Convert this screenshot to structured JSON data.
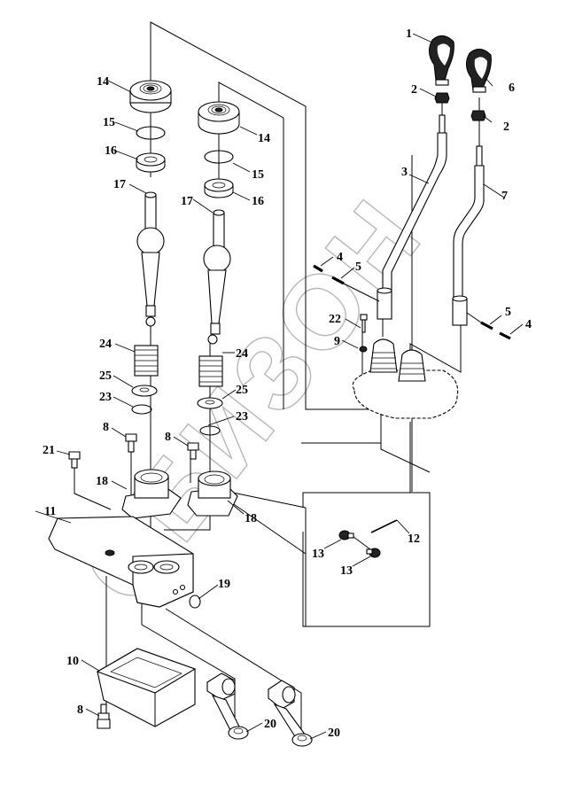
{
  "diagram": {
    "type": "exploded-parts-diagram",
    "subject": "Gear shift lever assembly (two levers)",
    "watermark": "СБИЗОН",
    "callouts": [
      {
        "id": "c1",
        "label": "1",
        "part": "shift knob (left)"
      },
      {
        "id": "c2a",
        "label": "2",
        "part": "nut (left lever)"
      },
      {
        "id": "c2b",
        "label": "2",
        "part": "nut (right lever)"
      },
      {
        "id": "c3",
        "label": "3",
        "part": "shift lever rod (left)"
      },
      {
        "id": "c4a",
        "label": "4",
        "part": "pin (left)"
      },
      {
        "id": "c5a",
        "label": "5",
        "part": "pin (left)"
      },
      {
        "id": "c4b",
        "label": "4",
        "part": "pin (right)"
      },
      {
        "id": "c5b",
        "label": "5",
        "part": "pin (right)"
      },
      {
        "id": "c6",
        "label": "6",
        "part": "shift knob (right)"
      },
      {
        "id": "c7",
        "label": "7",
        "part": "shift lever rod (right)"
      },
      {
        "id": "c8a",
        "label": "8",
        "part": "bolt (left flange)"
      },
      {
        "id": "c8b",
        "label": "8",
        "part": "bolt (right flange)"
      },
      {
        "id": "c8c",
        "label": "8",
        "part": "bolt (bottom)"
      },
      {
        "id": "c9",
        "label": "9",
        "part": "washer"
      },
      {
        "id": "c10",
        "label": "10",
        "part": "bottom cover / pan"
      },
      {
        "id": "c11",
        "label": "11",
        "part": "gasket / housing"
      },
      {
        "id": "c12",
        "label": "12",
        "part": "pin (inset)"
      },
      {
        "id": "c13a",
        "label": "13",
        "part": "plug (inset, upper)"
      },
      {
        "id": "c13b",
        "label": "13",
        "part": "plug (inset, lower)"
      },
      {
        "id": "c14a",
        "label": "14",
        "part": "bearing / cap (left)"
      },
      {
        "id": "c14b",
        "label": "14",
        "part": "bearing / cap (right)"
      },
      {
        "id": "c15a",
        "label": "15",
        "part": "snap ring (left)"
      },
      {
        "id": "c15b",
        "label": "15",
        "part": "snap ring (right)"
      },
      {
        "id": "c16a",
        "label": "16",
        "part": "washer (left)"
      },
      {
        "id": "c16b",
        "label": "16",
        "part": "washer (right)"
      },
      {
        "id": "c17a",
        "label": "17",
        "part": "lever shaft with ball (left)"
      },
      {
        "id": "c17b",
        "label": "17",
        "part": "lever shaft with ball (right)"
      },
      {
        "id": "c18a",
        "label": "18",
        "part": "flanged bushing (left)"
      },
      {
        "id": "c18b",
        "label": "18",
        "part": "flanged bushing (right)"
      },
      {
        "id": "c19",
        "label": "19",
        "part": "o-ring / plug"
      },
      {
        "id": "c20a",
        "label": "20",
        "part": "shift arm (left)"
      },
      {
        "id": "c20b",
        "label": "20",
        "part": "shift arm (right)"
      },
      {
        "id": "c21",
        "label": "21",
        "part": "bolt"
      },
      {
        "id": "c22",
        "label": "22",
        "part": "screw"
      },
      {
        "id": "c23a",
        "label": "23",
        "part": "snap ring (left)"
      },
      {
        "id": "c23b",
        "label": "23",
        "part": "snap ring (right)"
      },
      {
        "id": "c24a",
        "label": "24",
        "part": "spring (left)"
      },
      {
        "id": "c24b",
        "label": "24",
        "part": "spring (right)"
      },
      {
        "id": "c25a",
        "label": "25",
        "part": "washer (left)"
      },
      {
        "id": "c25b",
        "label": "25",
        "part": "washer (right)"
      }
    ]
  }
}
